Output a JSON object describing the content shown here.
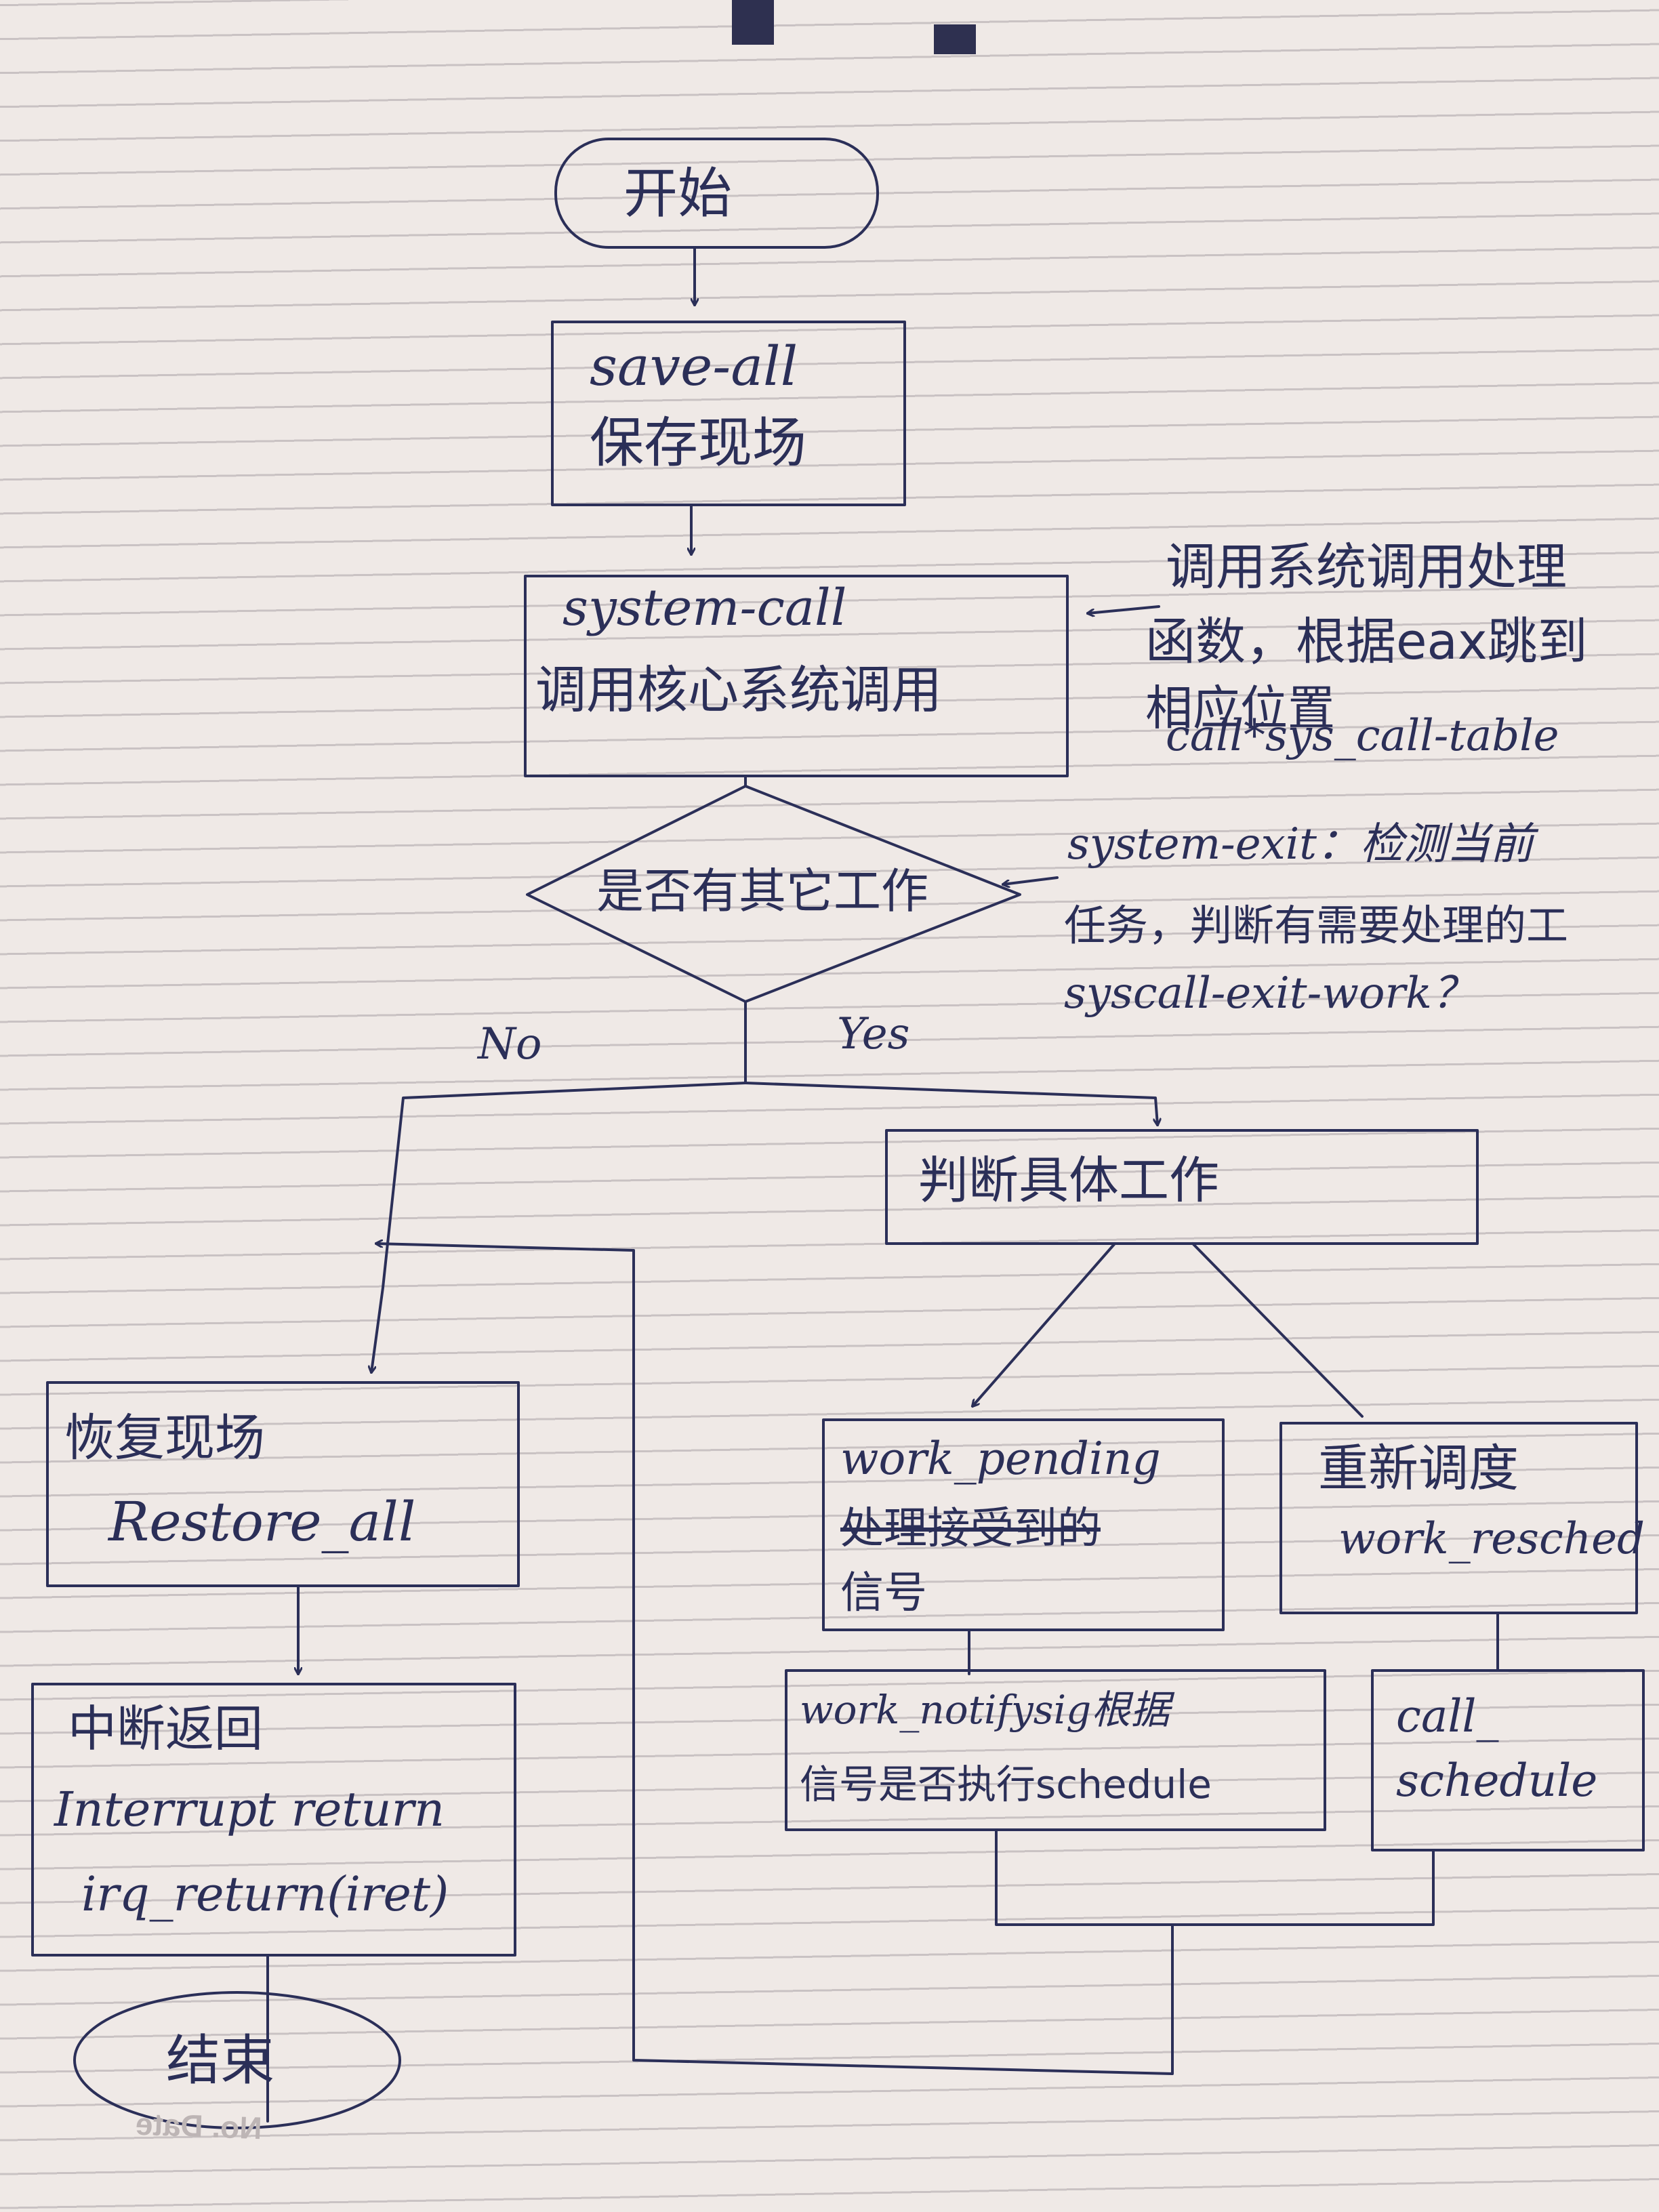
{
  "start": "开始",
  "end": "结束",
  "save_all": {
    "en": "save-all",
    "zh": "保存现场"
  },
  "system_call": {
    "en": "system-call",
    "zh": "调用核心系统调用"
  },
  "syscall_note": {
    "line1": "调用系统调用处理",
    "line2": "函数，根据eax跳到",
    "line3": "相应位置",
    "line4": "call*sys_call-table"
  },
  "decision": "是否有其它工作",
  "exit_note": {
    "line1": "system-exit：检测当前",
    "line2": "任务，判断有需要处理的工",
    "line3": "syscall-exit-work？"
  },
  "branch_no": "No",
  "branch_yes": "Yes",
  "judge_work": "判断具体工作",
  "restore": {
    "zh": "恢复现场",
    "en": "Restore_all"
  },
  "interrupt_return": {
    "zh": "中断返回",
    "en1": "Interrupt return",
    "en2": "irq_return(iret)"
  },
  "work_pending": {
    "en": "work_pending",
    "zh1": "处理接受到的",
    "zh2": "信号"
  },
  "work_resched": {
    "zh": "重新调度",
    "en": "work_resched"
  },
  "work_notifysig": {
    "line1": "work_notifysig根据",
    "line2": "信号是否执行schedule"
  },
  "call_schedule": {
    "line1": "call_",
    "line2": "schedule"
  },
  "paper_mark": "No.   Date"
}
